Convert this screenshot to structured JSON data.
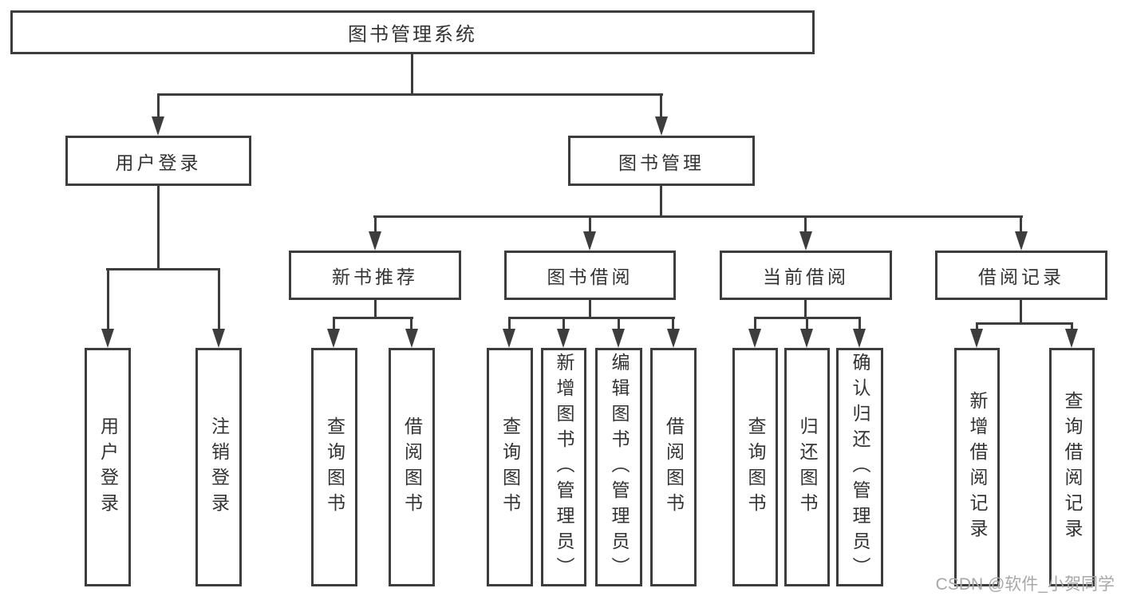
{
  "title": "图书管理系统",
  "watermark": "CSDN @软件_小贺同学",
  "colors": {
    "background": "#ffffff",
    "box_border": "#3d3d3d",
    "connector_line": "#3d3d3d",
    "text": "#333333",
    "watermark": "#a8a8a8"
  },
  "nodes": {
    "root": {
      "label": "图书管理系统"
    },
    "user_login": {
      "label": "用户登录",
      "children": [
        {
          "label": "用户登录"
        },
        {
          "label": "注销登录"
        }
      ]
    },
    "book_management": {
      "label": "图书管理",
      "children": [
        {
          "label": "新书推荐",
          "children": [
            {
              "label": "查询图书"
            },
            {
              "label": "借阅图书"
            }
          ]
        },
        {
          "label": "图书借阅",
          "children": [
            {
              "label": "查询图书"
            },
            {
              "label": "新增图书（管理员）"
            },
            {
              "label": "编辑图书（管理员）"
            },
            {
              "label": "借阅图书"
            }
          ]
        },
        {
          "label": "当前借阅",
          "children": [
            {
              "label": "查询图书"
            },
            {
              "label": "归还图书"
            },
            {
              "label": "确认归还（管理员）"
            }
          ]
        },
        {
          "label": "借阅记录",
          "children": [
            {
              "label": "新增借阅记录"
            },
            {
              "label": "查询借阅记录"
            }
          ]
        }
      ]
    }
  }
}
